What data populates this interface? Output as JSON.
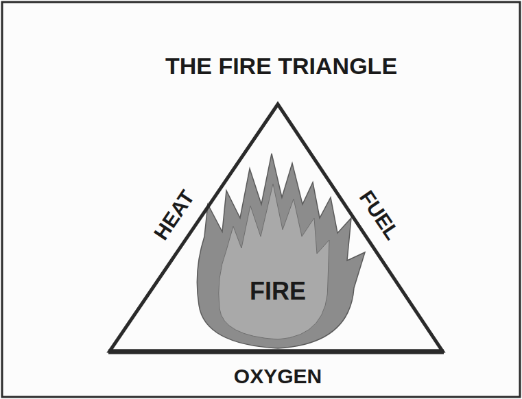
{
  "diagram": {
    "title": "THE FIRE TRIANGLE",
    "labels": [
      "HEAT",
      "FUEL",
      "OXYGEN",
      "FIRE"
    ]
  }
}
